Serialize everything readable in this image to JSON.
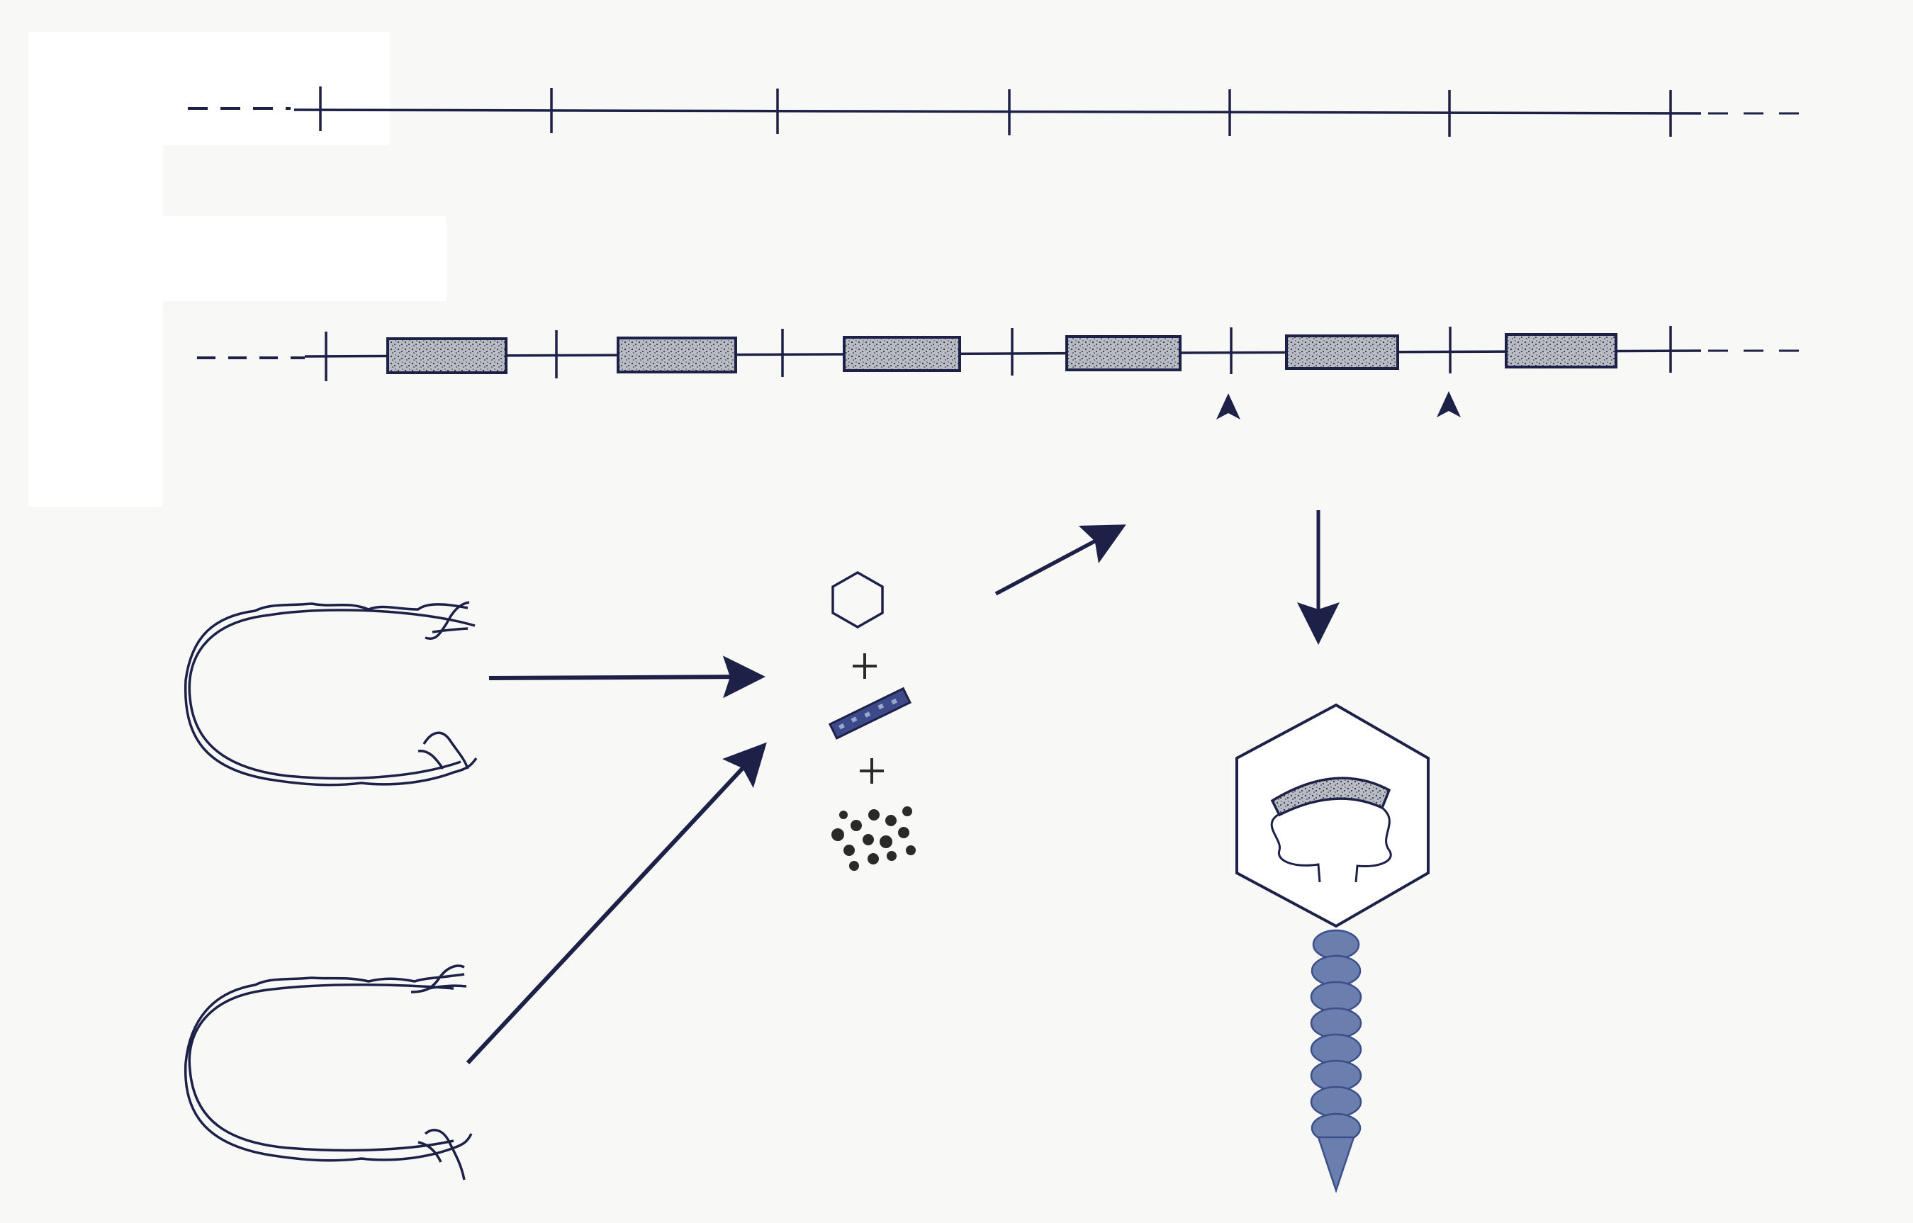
{
  "diagram": {
    "colors": {
      "background": "#f8f8f7",
      "line": "#1d2148",
      "accent": "#3c4a8a",
      "segment_fill": "#b9bcc4",
      "spring": "#6a7fae",
      "clump": "#2a2a2a"
    },
    "icons": {
      "top_axis": "dashed-axis-with-ticks",
      "bottom_axis": "axis-with-stippled-segments",
      "markers": "arrowhead-marker-icon",
      "cells": "c-shaped-cell-outline",
      "hexagon": "hexagon-icon",
      "rod": "rod-icon",
      "particles": "particle-cluster-icon",
      "plus": "plus-icon",
      "assembly": "hexagon-head-with-helical-tail-icon"
    }
  }
}
